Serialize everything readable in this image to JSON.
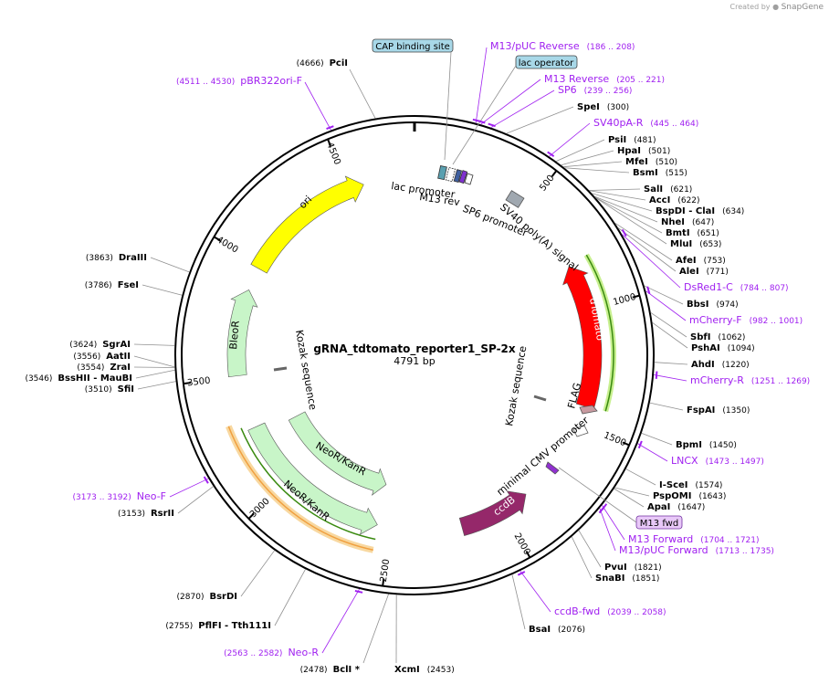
{
  "credit": {
    "prefix": "Created by",
    "brand": "SnapGene"
  },
  "plasmid": {
    "name": "gRNA_tdtomato_reporter1_SP-2x",
    "length": "4791 bp"
  },
  "colors": {
    "backbone": "#000000",
    "site_line": "#909090",
    "primer": "#a020f0",
    "ori": "#ffff00",
    "dTomato": "#ff0000",
    "ccdB": "#95286a",
    "resistance": "#c8f5c8",
    "primer_green": "#3a8a10",
    "primer_orange": "#f0a040",
    "feature_box": "#a8d8e8"
  },
  "tick_labels": [
    {
      "bp": 500,
      "label": "500"
    },
    {
      "bp": 1000,
      "label": "1000"
    },
    {
      "bp": 1500,
      "label": "1500"
    },
    {
      "bp": 2000,
      "label": "2000"
    },
    {
      "bp": 2500,
      "label": "2500"
    },
    {
      "bp": 3000,
      "label": "3000"
    },
    {
      "bp": 3500,
      "label": "3500"
    },
    {
      "bp": 4000,
      "label": "4000"
    },
    {
      "bp": 4500,
      "label": "4500"
    }
  ],
  "features": [
    {
      "name": "ori",
      "start": 3980,
      "end": 4570,
      "dir": "cw",
      "color": "#ffff00"
    },
    {
      "name": "dTomato",
      "start": 800,
      "end": 1420,
      "dir": "ccw",
      "color": "#ff0000"
    },
    {
      "name": "ccdB",
      "start": 1880,
      "end": 2190,
      "dir": "ccw",
      "color": "#95286a"
    },
    {
      "name": "BleoR",
      "start": 3505,
      "end": 3880,
      "dir": "cw",
      "color": "#c8f5c8"
    },
    {
      "name": "NeoR/KanR",
      "start": 2560,
      "end": 3270,
      "dir": "ccw",
      "color": "#c8f5c8",
      "ring": "outer"
    },
    {
      "name": "NeoR/KanR",
      "start": 2560,
      "end": 3230,
      "dir": "ccw",
      "color": "#c8f5c8",
      "ring": "inner"
    }
  ],
  "feature_labels": [
    {
      "text": "ori"
    },
    {
      "text": "dTomato"
    },
    {
      "text": "ccdB"
    },
    {
      "text": "BleoR"
    },
    {
      "text": "NeoR/KanR"
    },
    {
      "text": "NeoR/KanR"
    }
  ],
  "small_labels": [
    {
      "text": "lac promoter"
    },
    {
      "text": "M13 rev"
    },
    {
      "text": "SP6 promoter"
    },
    {
      "text": "SV40 poly(A) signal"
    },
    {
      "text": "FLAG"
    },
    {
      "text": "Kozak sequence"
    },
    {
      "text": "Kozak sequence"
    },
    {
      "text": "minimal CMV promoter"
    }
  ],
  "boxed_labels": [
    {
      "text": "CAP binding site"
    },
    {
      "text": "lac operator"
    },
    {
      "text": "M13 fwd"
    }
  ],
  "right_sites": [
    {
      "name": "SpeI",
      "pos": "(300)"
    },
    {
      "name": "PsiI",
      "pos": "(481)"
    },
    {
      "name": "HpaI",
      "pos": "(501)"
    },
    {
      "name": "MfeI",
      "pos": "(510)"
    },
    {
      "name": "BsmI",
      "pos": "(515)"
    },
    {
      "name": "SalI",
      "pos": "(621)"
    },
    {
      "name": "AccI",
      "pos": "(622)"
    },
    {
      "name": "BspDI  -  ClaI",
      "pos": "(634)"
    },
    {
      "name": "NheI",
      "pos": "(647)"
    },
    {
      "name": "BmtI",
      "pos": "(651)"
    },
    {
      "name": "MluI",
      "pos": "(653)"
    },
    {
      "name": "AfeI",
      "pos": "(753)"
    },
    {
      "name": "AleI",
      "pos": "(771)"
    },
    {
      "name": "BbsI",
      "pos": "(974)"
    },
    {
      "name": "SbfI",
      "pos": "(1062)"
    },
    {
      "name": "PshAI",
      "pos": "(1094)"
    },
    {
      "name": "AhdI",
      "pos": "(1220)"
    },
    {
      "name": "FspAI",
      "pos": "(1350)"
    },
    {
      "name": "BpmI",
      "pos": "(1450)"
    },
    {
      "name": "I-SceI",
      "pos": "(1574)"
    },
    {
      "name": "PspOMI",
      "pos": "(1643)"
    },
    {
      "name": "ApaI",
      "pos": "(1647)"
    },
    {
      "name": "PvuI",
      "pos": "(1821)"
    },
    {
      "name": "SnaBI",
      "pos": "(1851)"
    },
    {
      "name": "BsaI",
      "pos": "(2076)"
    },
    {
      "name": "XcmI",
      "pos": "(2453)"
    }
  ],
  "left_sites": [
    {
      "name": "PciI",
      "pos": "(4666)"
    },
    {
      "name": "DraIII",
      "pos": "(3863)"
    },
    {
      "name": "FseI",
      "pos": "(3786)"
    },
    {
      "name": "SgrAI",
      "pos": "(3624)"
    },
    {
      "name": "AatII",
      "pos": "(3556)"
    },
    {
      "name": "ZraI",
      "pos": "(3554)"
    },
    {
      "name": "BssHII  -  MauBI",
      "pos": "(3546)"
    },
    {
      "name": "SfiI",
      "pos": "(3510)"
    },
    {
      "name": "RsrII",
      "pos": "(3153)"
    },
    {
      "name": "BsrDI",
      "pos": "(2870)"
    },
    {
      "name": "PflFI  -  Tth111I",
      "pos": "(2755)"
    },
    {
      "name": "BclI *",
      "pos": "(2478)"
    }
  ],
  "primers_right": [
    {
      "name": "M13/pUC Reverse",
      "range": "(186 .. 208)"
    },
    {
      "name": "M13 Reverse",
      "range": "(205 .. 221)"
    },
    {
      "name": "SP6",
      "range": "(239 .. 256)"
    },
    {
      "name": "SV40pA-R",
      "range": "(445 .. 464)"
    },
    {
      "name": "DsRed1-C",
      "range": "(784 .. 807)"
    },
    {
      "name": "mCherry-F",
      "range": "(982 .. 1001)"
    },
    {
      "name": "mCherry-R",
      "range": "(1251 .. 1269)"
    },
    {
      "name": "LNCX",
      "range": "(1473 .. 1497)"
    },
    {
      "name": "M13 Forward",
      "range": "(1704 .. 1721)"
    },
    {
      "name": "M13/pUC Forward",
      "range": "(1713 .. 1735)"
    },
    {
      "name": "ccdB-fwd",
      "range": "(2039 .. 2058)"
    }
  ],
  "primers_left": [
    {
      "name": "pBR322ori-F",
      "range": "(4511 .. 4530)"
    },
    {
      "name": "Neo-F",
      "range": "(3173 .. 3192)"
    },
    {
      "name": "Neo-R",
      "range": "(2563 .. 2582)"
    }
  ]
}
